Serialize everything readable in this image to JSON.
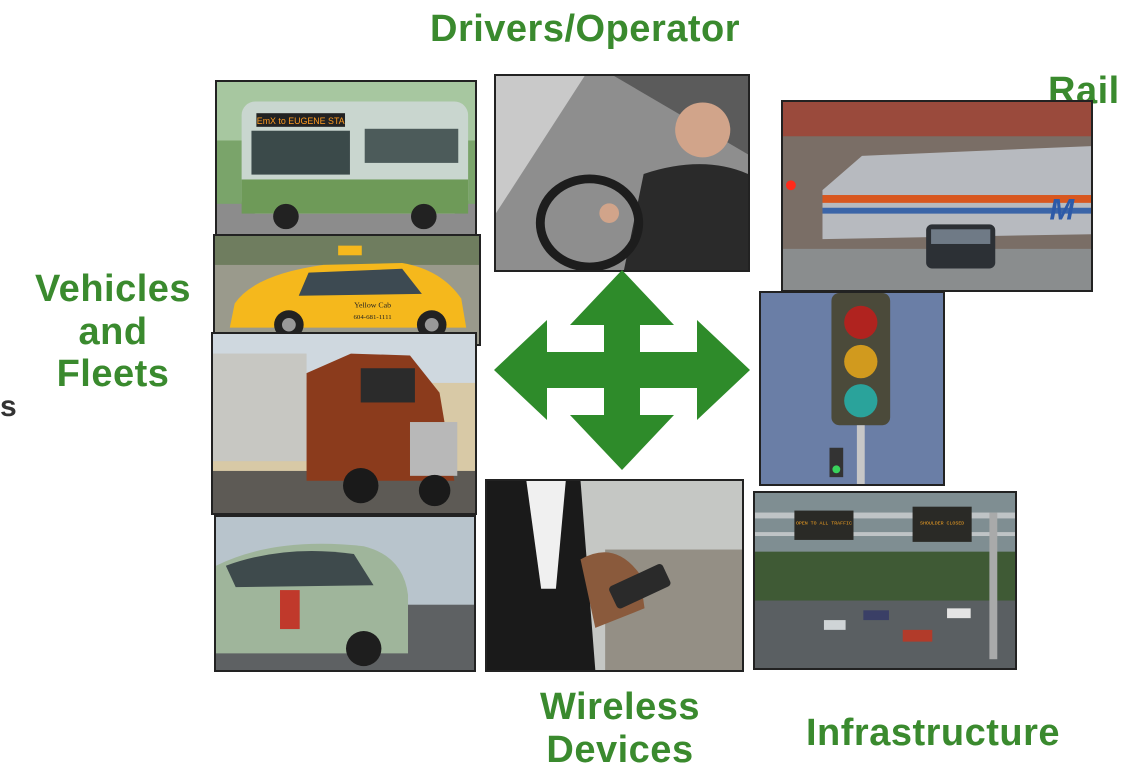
{
  "labels": {
    "drivers": "Drivers/Operator",
    "rail": "Rail",
    "vehicles": [
      "Vehicles",
      "and",
      "Fleets"
    ],
    "wireless": [
      "Wireless",
      "Devices"
    ],
    "infrastructure": "Infrastructure"
  },
  "colors": {
    "label_green": "#3a8a2e",
    "arrow_green": "#2e8b2a",
    "frame": "#222222"
  },
  "photos": [
    {
      "name": "bus-photo",
      "sign_text": "EmX to EUGENE STA"
    },
    {
      "name": "taxi-photo",
      "sign_text": "Yellow Cab",
      "phone_text": "604-681-1111"
    },
    {
      "name": "truck-photo"
    },
    {
      "name": "car-photo"
    },
    {
      "name": "driver-photo"
    },
    {
      "name": "train-photo",
      "logo_text": "M"
    },
    {
      "name": "traffic-light-photo"
    },
    {
      "name": "wireless-device-photo"
    },
    {
      "name": "highway-sign-photo",
      "sign_left": "OPEN TO ALL TRAFFIC",
      "sign_right": "SHOULDER CLOSED"
    }
  ],
  "arrow_icon": "four-way-arrow-icon"
}
